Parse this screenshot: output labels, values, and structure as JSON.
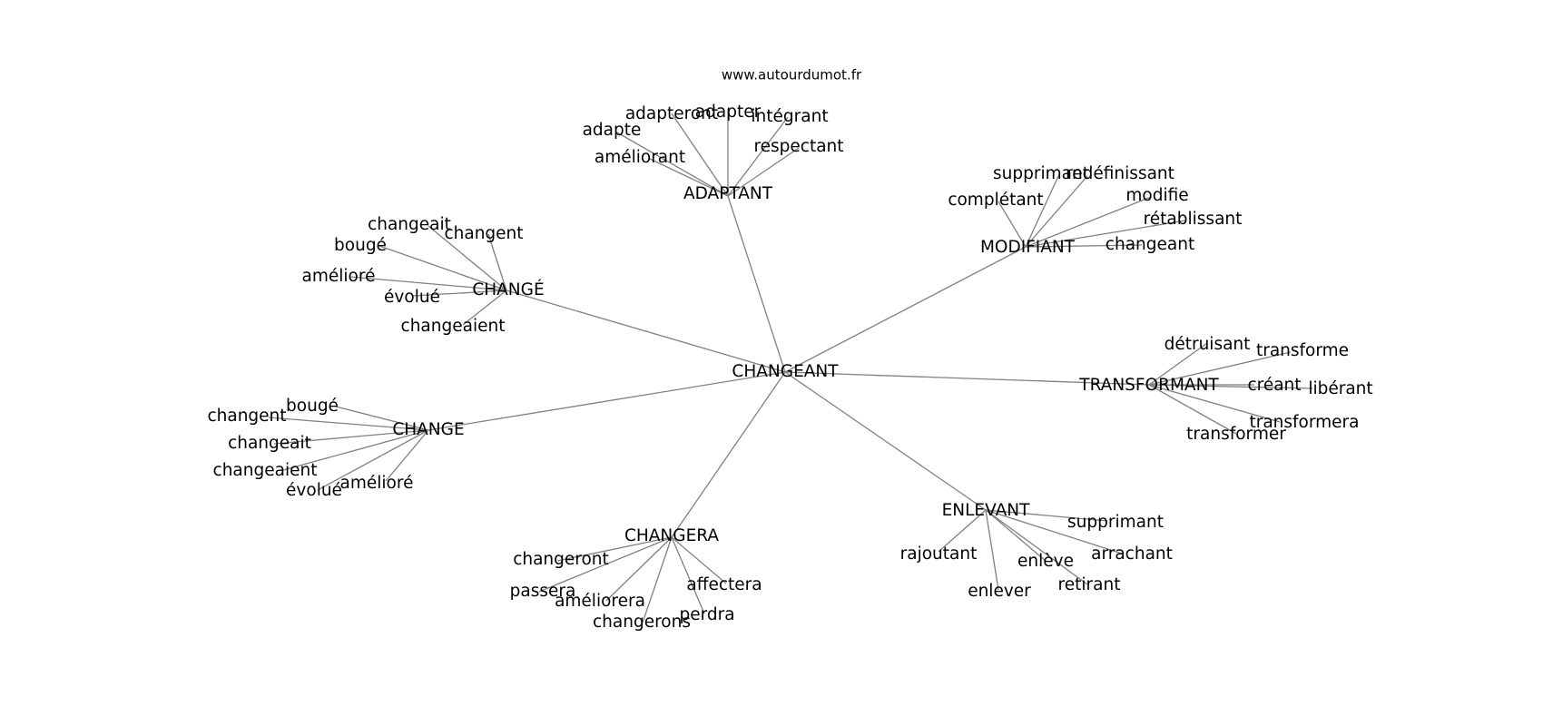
{
  "source": "www.autourdumot.fr",
  "graph": {
    "center": "CHANGEANT",
    "groups": [
      {
        "hub": "ADAPTANT",
        "words": [
          "adapteront",
          "adapter",
          "intégrant",
          "adapte",
          "respectant",
          "améliorant"
        ]
      },
      {
        "hub": "MODIFIANT",
        "words": [
          "supprimant",
          "redéfinissant",
          "complétant",
          "modifie",
          "rétablissant",
          "changeant"
        ]
      },
      {
        "hub": "CHANGÉ",
        "words": [
          "changeait",
          "changent",
          "bougé",
          "amélioré",
          "évolué",
          "changeaient"
        ]
      },
      {
        "hub": "TRANSFORMANT",
        "words": [
          "détruisant",
          "transforme",
          "créant",
          "libérant",
          "transformera",
          "transformer"
        ]
      },
      {
        "hub": "CHANGE",
        "words": [
          "bougé",
          "changent",
          "changeait",
          "changeaient",
          "évolué",
          "amélioré"
        ]
      },
      {
        "hub": "ENLEVANT",
        "words": [
          "supprimant",
          "rajoutant",
          "enlève",
          "arrachant",
          "enlever",
          "retirant"
        ]
      },
      {
        "hub": "CHANGERA",
        "words": [
          "changeront",
          "passera",
          "affectera",
          "améliorera",
          "changerons",
          "perdra"
        ]
      }
    ]
  }
}
